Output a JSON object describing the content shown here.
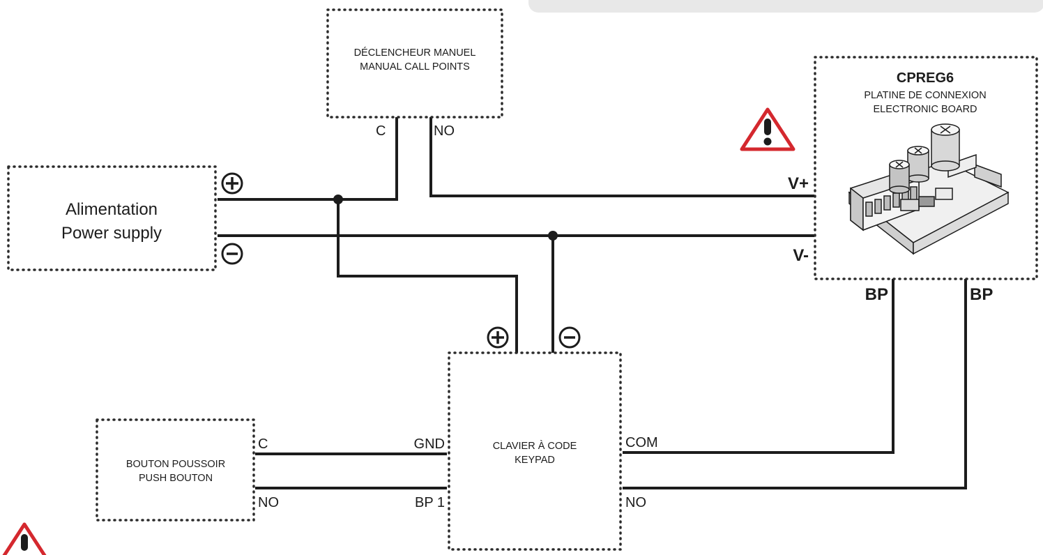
{
  "colors": {
    "wire": "#1c1c1c",
    "box_border": "#2b2b2b",
    "warning": "#d4282e",
    "banner": "#e8e8e8"
  },
  "top_banner": {
    "text": ""
  },
  "boxes": {
    "manual_call_point": {
      "line1": "DÉCLENCHEUR MANUEL",
      "line2": "MANUAL CALL POINTS",
      "pin_c": "C",
      "pin_no": "NO"
    },
    "power_supply": {
      "line1": "Alimentation",
      "line2": "Power supply"
    },
    "cpreg6": {
      "title": "CPREG6",
      "line1": "PLATINE DE CONNEXION",
      "line2": "ELECTRONIC BOARD",
      "pin_vplus": "V+",
      "pin_vminus": "V-",
      "pin_bp_left": "BP",
      "pin_bp_right": "BP"
    },
    "keypad": {
      "line1": "CLAVIER À CODE",
      "line2": "KEYPAD",
      "pin_gnd": "GND",
      "pin_bp1": "BP 1",
      "pin_com": "COM",
      "pin_no": "NO"
    },
    "push_button": {
      "line1": "BOUTON POUSSOIR",
      "line2": "PUSH BOUTON",
      "pin_c": "C",
      "pin_no": "NO"
    }
  },
  "icons": {
    "plus": "plus-circle-icon",
    "minus": "minus-circle-icon",
    "warning": "warning-triangle-icon",
    "board": "electronic-board-icon"
  }
}
